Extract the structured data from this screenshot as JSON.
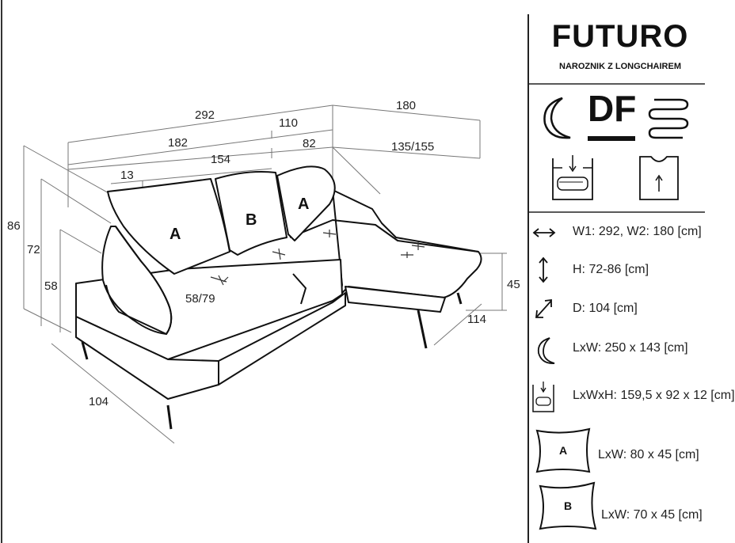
{
  "product": {
    "name": "FUTURO",
    "subtitle": "NAROZNIK Z LONGCHAIREM",
    "logo_text": "DF"
  },
  "dimensions": {
    "total_width": "292",
    "depth_right": "180",
    "seat_section": "110",
    "left_section": "182",
    "right_section": "82",
    "chaise_length": "135/155",
    "armrest": "13",
    "backrest": "154",
    "height_max": "86",
    "height_min": "72",
    "seat_height": "58",
    "seat_depth": "58/79",
    "chaise_height": "45",
    "chaise_depth": "114",
    "depth_left": "104"
  },
  "cushions": {
    "a_label": "A",
    "b_label": "B"
  },
  "specs": [
    {
      "icon": "arrow-horizontal-icon",
      "text": "W1: 292, W2: 180 [cm]"
    },
    {
      "icon": "arrow-vertical-icon",
      "text": "H: 72-86 [cm]"
    },
    {
      "icon": "arrow-diagonal-icon",
      "text": "D: 104 [cm]"
    },
    {
      "icon": "moon-icon",
      "text": "LxW: 250 x 143 [cm]"
    },
    {
      "icon": "storage-icon",
      "text": "LxWxH: 159,5 x 92 x 12 [cm]"
    },
    {
      "icon": "pillow-a-icon",
      "label": "A",
      "text": "LxW: 80 x 45 [cm]"
    },
    {
      "icon": "pillow-b-icon",
      "label": "B",
      "text": "LxW: 70 x 45 [cm]"
    }
  ]
}
